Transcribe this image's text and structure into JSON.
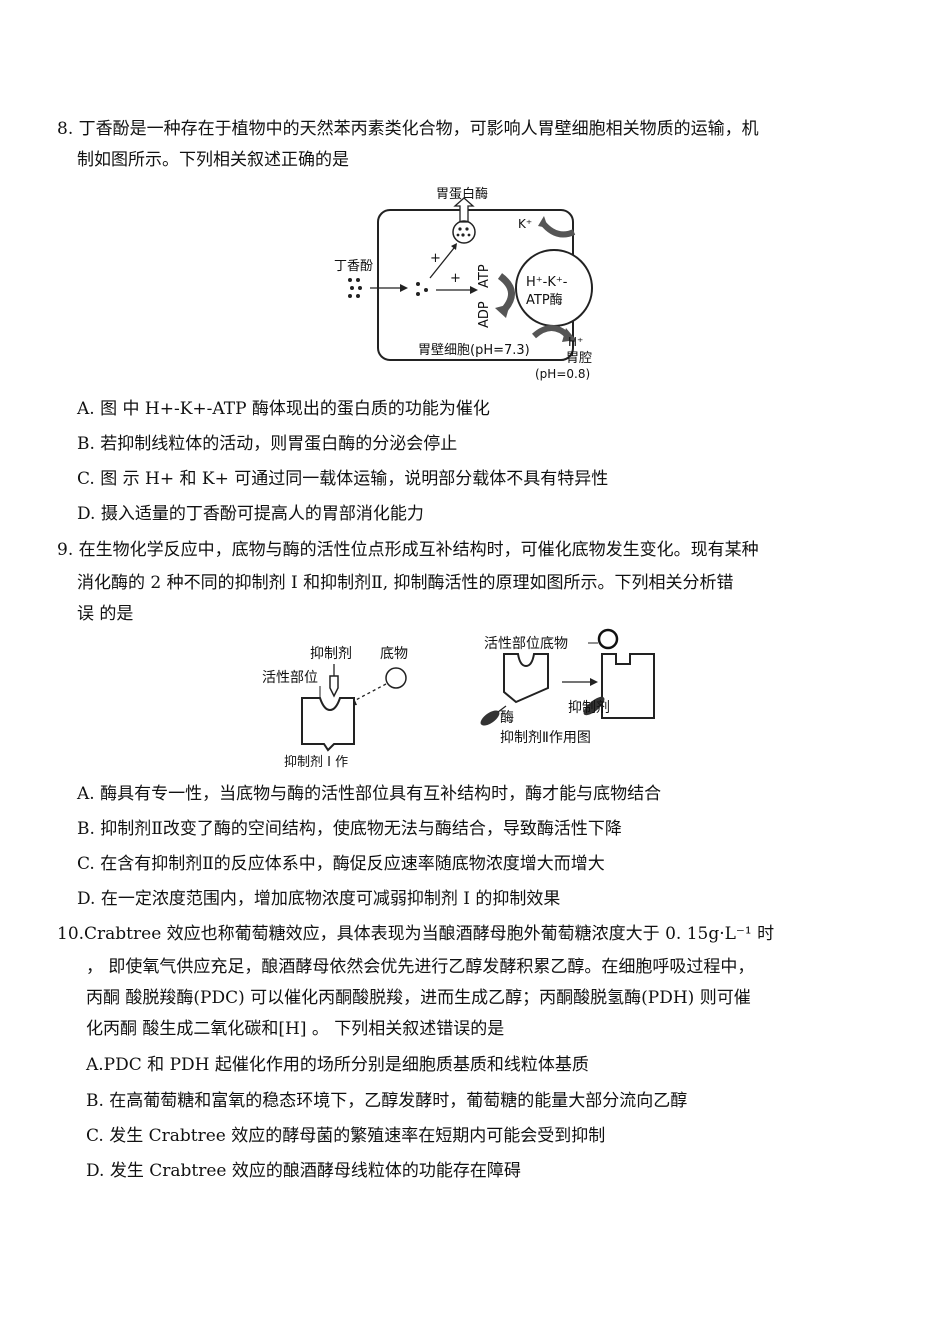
{
  "q8": {
    "stem_line1": "8. 丁香酚是一种存在于植物中的天然苯丙素类化合物，可影响人胃壁细胞相关物质的运输，机",
    "stem_line2": "制如图所示。下列相关叙述正确的是",
    "figure": {
      "pepsin": "胃蛋白酶",
      "eugenol": "丁香酚",
      "plus": "+",
      "k_ion": "K⁺",
      "atp": "ATP",
      "adp": "ADP",
      "pump_line1": "H⁺-K⁺-",
      "pump_line2": "ATP酶",
      "cell_label": "胃壁细胞(pH=7.3)",
      "h_ion": "H⁺",
      "lumen": "胃腔",
      "lumen_ph": "(pH=0.8)"
    },
    "options": [
      "A. 图  中 H+-K+-ATP    酶体现出的蛋白质的功能为催化",
      "B. 若抑制线粒体的活动，则胃蛋白酶的分泌会停止",
      "C. 图  示 H+ 和 K+ 可通过同一载体运输，说明部分载体不具有特异性",
      "D. 摄入适量的丁香酚可提高人的胃部消化能力"
    ]
  },
  "q9": {
    "stem_line1": "9. 在生物化学反应中，底物与酶的活性位点形成互补结构时，可催化底物发生变化。现有某种",
    "stem_line2": "消化酶的 2 种不同的抑制剂 I  和抑制剂Ⅱ, 抑制酶活性的原理如图所示。下列相关分析错",
    "stem_line3": "误  的是",
    "figure": {
      "inhibitor": "抑制剂",
      "substrate": "底物",
      "active_site": "活性部位",
      "caption1": "抑制剂 I  作",
      "active_site_substrate": "活性部位底物",
      "enzyme": "酶",
      "inhibitor2": "抑制剂",
      "caption2": "抑制剂Ⅱ作用图"
    },
    "options": [
      "A.  酶具有专一性，当底物与酶的活性部位具有互补结构时，酶才能与底物结合",
      "B. 抑制剂Ⅱ改变了酶的空间结构，使底物无法与酶结合，导致酶活性下降",
      "C. 在含有抑制剂Ⅱ的反应体系中，酶促反应速率随底物浓度增大而增大",
      "D. 在一定浓度范围内，增加底物浓度可减弱抑制剂 I  的抑制效果"
    ]
  },
  "q10": {
    "stem_line1": "10.Crabtree   效应也称葡萄糖效应，具体表现为当酿酒酵母胞外葡萄糖浓度大于 0. 15g·L⁻¹     时",
    "stem_line2": "，  即使氧气供应充足，酿酒酵母依然会优先进行乙醇发酵积累乙醇。在细胞呼吸过程中，",
    "stem_line3": "丙酮    酸脱羧酶(PDC) 可以催化丙酮酸脱羧，进而生成乙醇；丙酮酸脱氢酶(PDH)  则可催",
    "stem_line4": "化丙酮    酸生成二氧化碳和[H] 。  下列相关叙述错误的是",
    "options": [
      "A.PDC   和   PDH   起催化作用的场所分别是细胞质基质和线粒体基质",
      "B. 在高葡萄糖和富氧的稳态环境下，乙醇发酵时，葡萄糖的能量大部分流向乙醇",
      "C. 发生 Crabtree  效应的酵母菌的繁殖速率在短期内可能会受到抑制",
      "D. 发生  Crabtree   效应的酿酒酵母线粒体的功能存在障碍"
    ]
  }
}
